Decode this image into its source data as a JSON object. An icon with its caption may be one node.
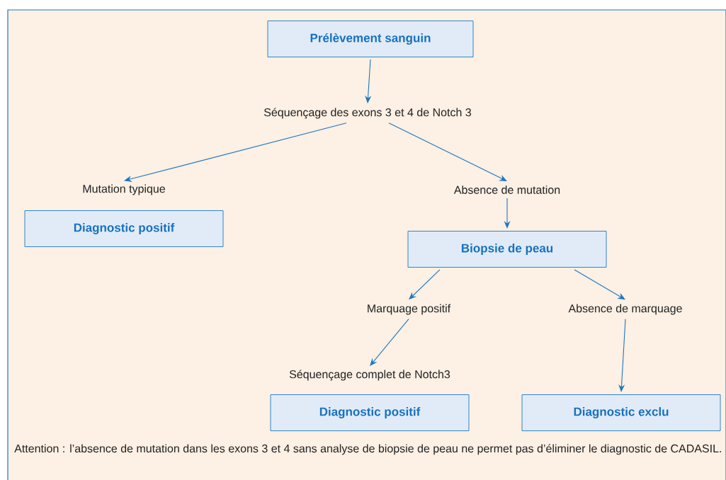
{
  "diagram": {
    "nodes": [
      {
        "text": [
          "Prélèvement sanguin"
        ]
      },
      {
        "text": [
          "Séquençage des exons 3 et 4 de Notch 3"
        ]
      },
      {
        "text": [
          "Mutation typique",
          "Diagnostic positif"
        ]
      },
      {
        "text": [
          "Absence de mutation"
        ]
      },
      {
        "text": [
          "Biopsie de peau"
        ]
      },
      {
        "text": [
          "Marquage positif"
        ]
      },
      {
        "text": [
          "Absence de marquage"
        ]
      },
      {
        "text": [
          "Séquençage complet de Notch3",
          "Diagnostic positif"
        ]
      },
      {
        "text": [
          "Diagnostic exclu"
        ]
      }
    ],
    "edges": [
      {
        "from": 0,
        "to": 1,
        "arrow": "to"
      },
      {
        "from": 1,
        "to": 2,
        "arrow": "to"
      },
      {
        "from": 1,
        "to": 3,
        "arrow": "to"
      },
      {
        "from": 3,
        "to": 4,
        "arrow": "to"
      },
      {
        "from": 4,
        "to": 5,
        "arrow": "to"
      },
      {
        "from": 4,
        "to": 6,
        "arrow": "to"
      },
      {
        "from": 5,
        "to": 7,
        "arrow": "to"
      },
      {
        "from": 6,
        "to": 8,
        "arrow": "to"
      }
    ],
    "labels": [
      "Attention : l’absence de mutation dans les exons 3 et 4 sans analyse de biopsie de peau ne permet pas d’éliminer le diagnostic de CADASIL."
    ]
  }
}
